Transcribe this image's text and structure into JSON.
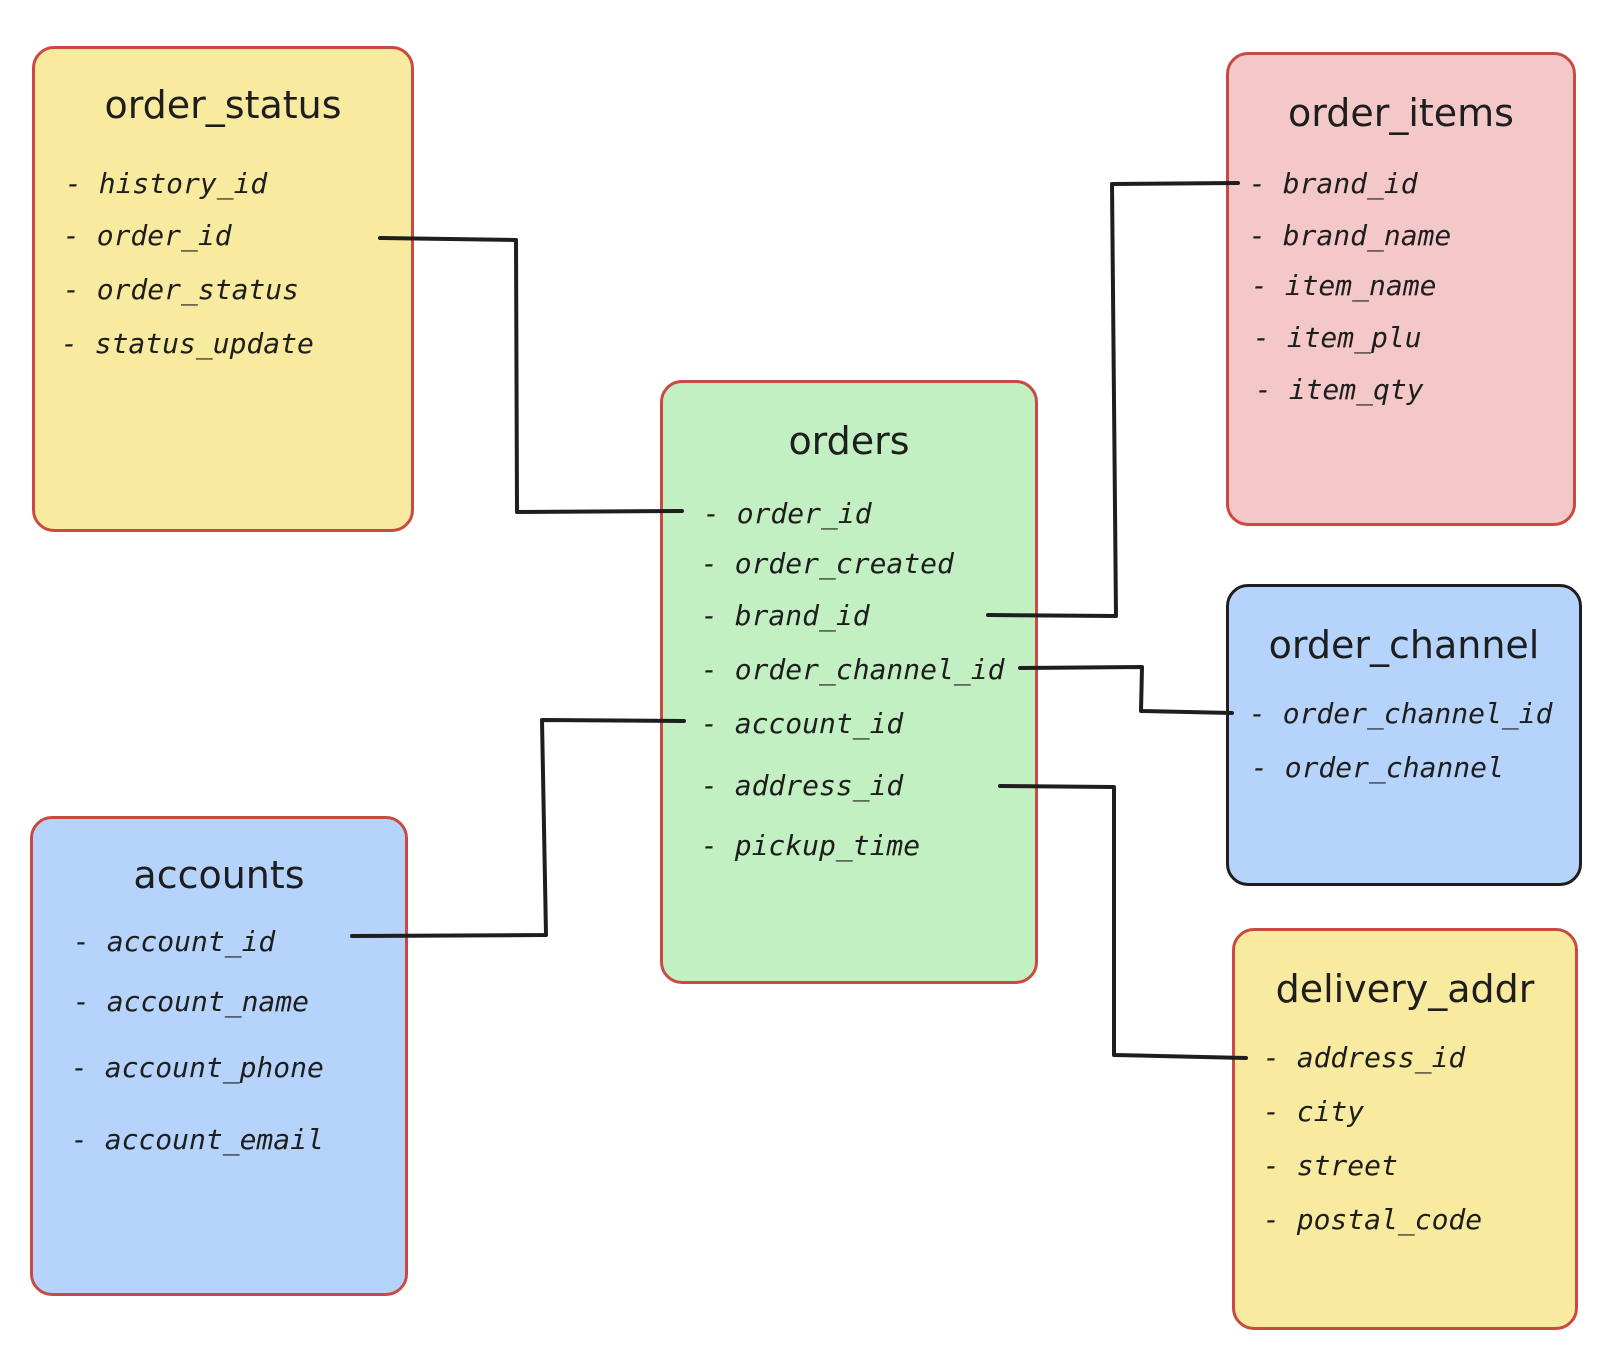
{
  "colors": {
    "yellow": "#f8ea9f",
    "pink": "#f4c8c8",
    "green": "#c2f0c2",
    "blue": "#b6d4fb",
    "border_red": "#c94a42",
    "border_dark": "#1e1e1e",
    "line": "#1e1e1e"
  },
  "tables": {
    "order_status": {
      "title": "order_status",
      "fields": [
        "- history_id",
        "- order_id",
        "- order_status",
        "- status_update"
      ]
    },
    "order_items": {
      "title": "order_items",
      "fields": [
        "- brand_id",
        "- brand_name",
        "- item_name",
        "- item_plu",
        "- item_qty"
      ]
    },
    "orders": {
      "title": "orders",
      "fields": [
        "- order_id",
        "- order_created",
        "- brand_id",
        "- order_channel_id",
        "- account_id",
        "- address_id",
        "- pickup_time"
      ]
    },
    "order_channel": {
      "title": "order_channel",
      "fields": [
        "- order_channel_id",
        "- order_channel"
      ]
    },
    "accounts": {
      "title": "accounts",
      "fields": [
        "- account_id",
        "- account_name",
        "- account_phone",
        "- account_email"
      ]
    },
    "delivery_addr": {
      "title": "delivery_addr",
      "fields": [
        "- address_id",
        "- city",
        "- street",
        "- postal_code"
      ]
    }
  }
}
